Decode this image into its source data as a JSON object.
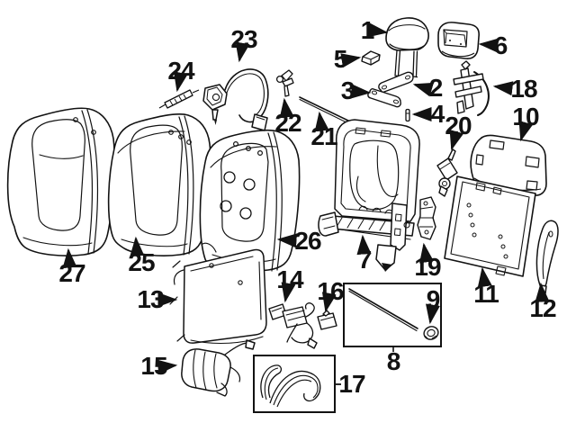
{
  "diagram": {
    "kind": "seat-back-parts-exploded-diagram",
    "background_color": "#ffffff",
    "line_color": "#121212",
    "callouts": [
      "1",
      "2",
      "3",
      "4",
      "5",
      "6",
      "7",
      "8",
      "9",
      "10",
      "11",
      "12",
      "13",
      "14",
      "15",
      "16",
      "17",
      "18",
      "19",
      "20",
      "21",
      "22",
      "23",
      "24",
      "25",
      "26",
      "27"
    ],
    "boxed_callouts": [
      "8",
      "17"
    ]
  }
}
